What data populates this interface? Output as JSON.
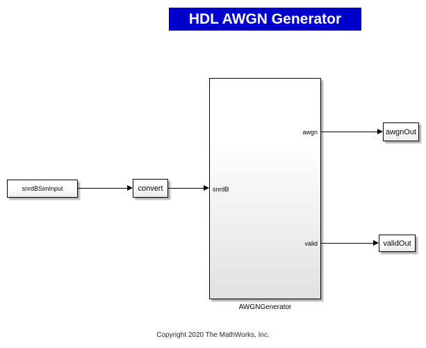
{
  "banner": {
    "text": "HDL AWGN Generator",
    "bg_color": "#0000CC",
    "text_color": "#FFFFFF"
  },
  "blocks": {
    "sim_input": {
      "label": "snrdBSimInput"
    },
    "convert": {
      "label": "convert"
    },
    "generator": {
      "label": "AWGNGenerator",
      "ports": {
        "input": "snrdB",
        "output_awgn": "awgn",
        "output_valid": "valid"
      }
    },
    "awgn_out": {
      "label": "awgnOut"
    },
    "valid_out": {
      "label": "validOut"
    }
  },
  "connections": [
    {
      "from": "snrdBSimInput",
      "to": "convert"
    },
    {
      "from": "convert",
      "to": "AWGNGenerator/snrdB"
    },
    {
      "from": "AWGNGenerator/awgn",
      "to": "awgnOut"
    },
    {
      "from": "AWGNGenerator/valid",
      "to": "validOut"
    }
  ],
  "footer": {
    "copyright": "Copyright 2020 The MathWorks, Inc."
  },
  "colors": {
    "canvas_bg": "#FFFFFF",
    "block_border": "#000000",
    "block_fill_top": "#FFFFFF",
    "block_fill_bottom": "#E1E1E1",
    "block_shadow": "#AEAEAE",
    "signal_line": "#000000"
  }
}
